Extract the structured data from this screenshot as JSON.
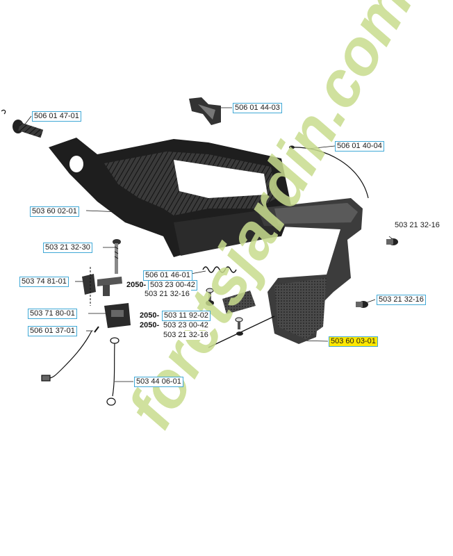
{
  "callouts": [
    {
      "id": "p1",
      "text": "506 01 47-01"
    },
    {
      "id": "p2",
      "text": "506 01 44-03"
    },
    {
      "id": "p3",
      "text": "506 01 40-04"
    },
    {
      "id": "p4",
      "text": "503 60 02-01"
    },
    {
      "id": "p5",
      "text": "503 21 32-16"
    },
    {
      "id": "p6",
      "text": "503 21 32-30"
    },
    {
      "id": "p7",
      "text": "503 74 81-01"
    },
    {
      "id": "p8",
      "text": "506 01 46-01"
    },
    {
      "id": "p9",
      "text": "503 23 00-42"
    },
    {
      "id": "p10",
      "text": "503 21 32-16"
    },
    {
      "id": "p11",
      "text": "503 21 32-16"
    },
    {
      "id": "p12",
      "text": "503 71 80-01"
    },
    {
      "id": "p13",
      "text": "503 11 92-02"
    },
    {
      "id": "p14",
      "text": "506 01 37-01"
    },
    {
      "id": "p15",
      "text": "503 23 00-42"
    },
    {
      "id": "p16",
      "text": "503 21 32-16"
    },
    {
      "id": "p17",
      "text": "503 60 03-01"
    },
    {
      "id": "p18",
      "text": "503 44 06-01"
    }
  ],
  "prefixes": {
    "model": "2050-"
  },
  "colors": {
    "callout_border": "#3fa8d6",
    "highlight": "#ffe800",
    "part_fill": "#2a2a2a",
    "watermark_green": "#c8dc8e",
    "watermark_orange": "#f3c79a",
    "watermark_grey": "#d8d4cf"
  },
  "watermark": {
    "text": "foretsjardin.com"
  }
}
